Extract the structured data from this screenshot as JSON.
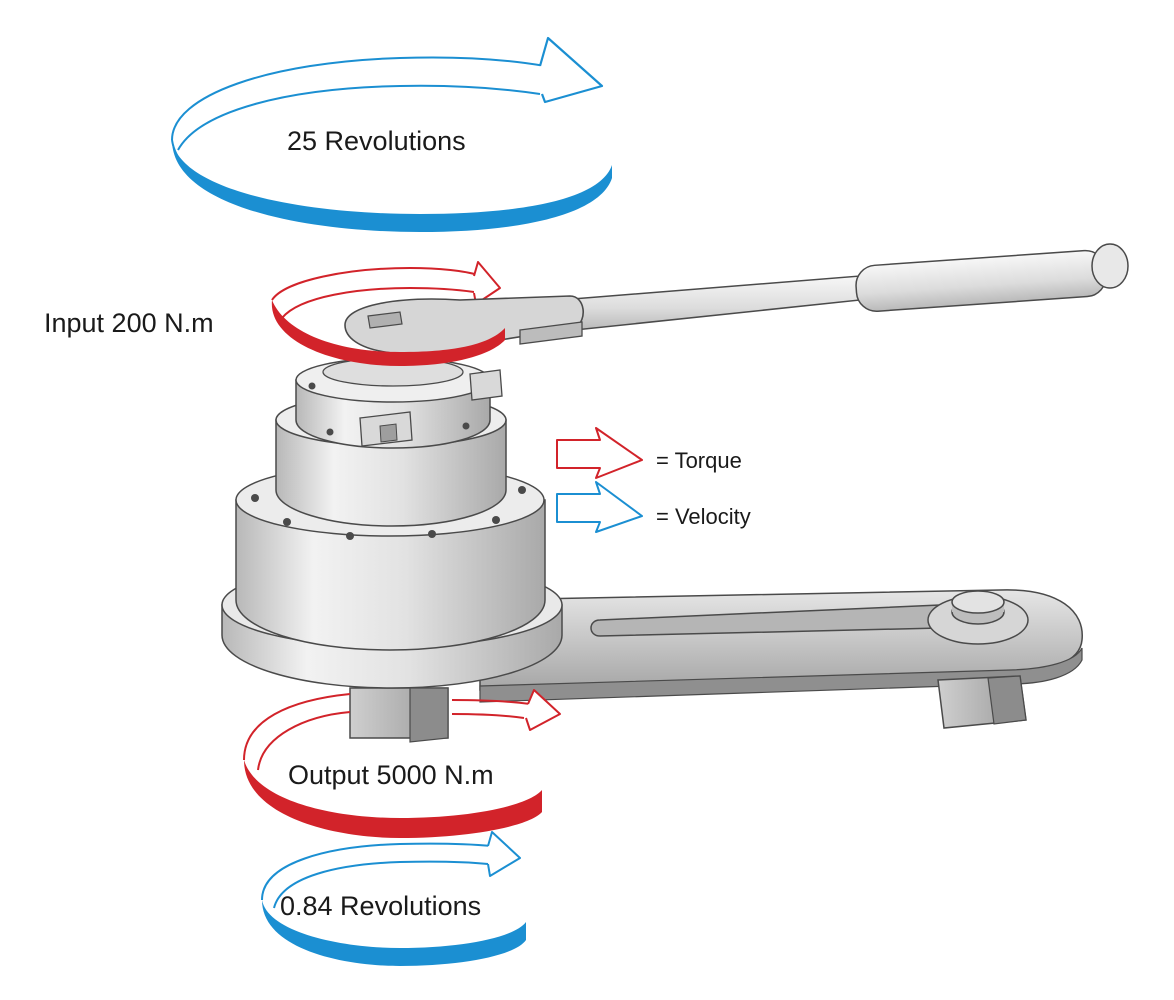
{
  "labels": {
    "top_revolutions": "25 Revolutions",
    "input_torque": "Input 200 N.m",
    "output_torque": "Output 5000 N.m",
    "bottom_revolutions": "0.84 Revolutions"
  },
  "legend": [
    {
      "text": "= Torque",
      "color": "#d2232a"
    },
    {
      "text": "= Velocity",
      "color": "#1b8fd2"
    }
  ],
  "colors": {
    "torque": "#d2232a",
    "velocity": "#1b8fd2",
    "metal_light": "#eeeeee",
    "metal_mid": "#c9c9c9",
    "metal_dark": "#8e8e8e",
    "outline": "#4a4a4a"
  }
}
